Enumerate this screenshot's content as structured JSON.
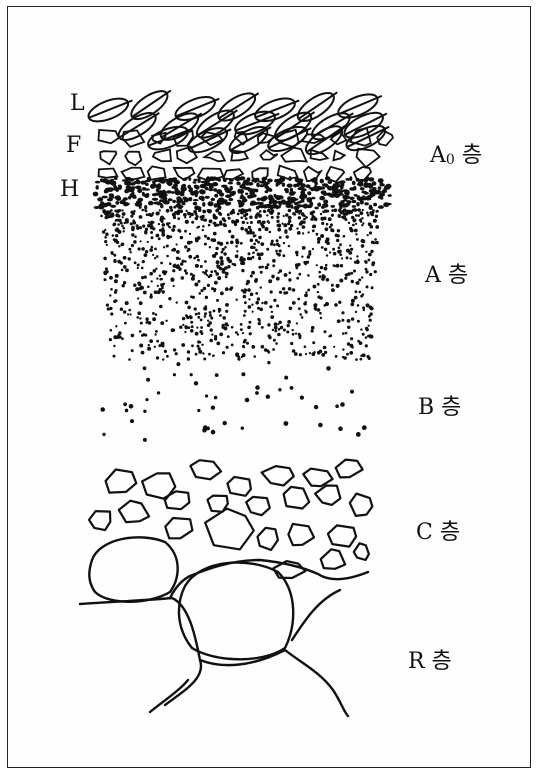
{
  "left_labels": {
    "L": "L",
    "F": "F",
    "H": "H"
  },
  "layers": {
    "a0": {
      "letter": "A",
      "subscript": "0",
      "suffix": "층"
    },
    "a": "A 층",
    "b": "B 층",
    "c": "C 층",
    "r": "R 층"
  },
  "colors": {
    "ink": "#111111",
    "paper": "#fefefe"
  }
}
